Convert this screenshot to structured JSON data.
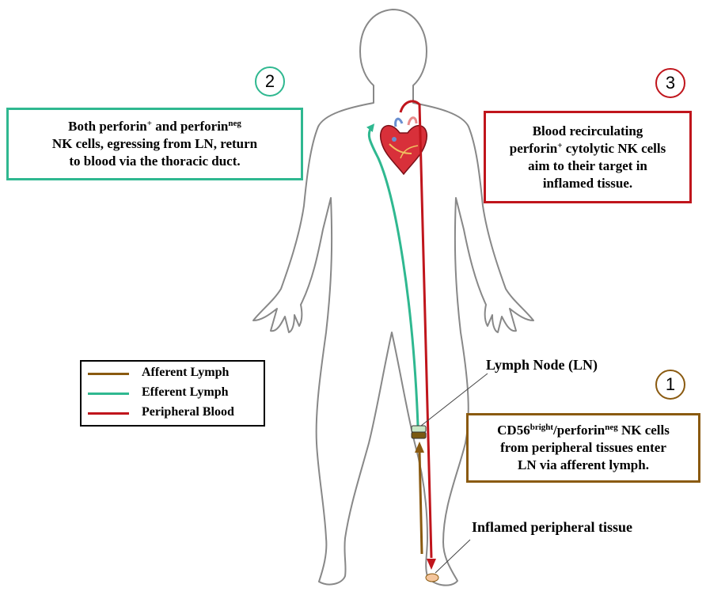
{
  "colors": {
    "afferent": "#8a5a10",
    "efferent": "#2fb890",
    "blood": "#c0151c",
    "node_top": "#c9e7c6",
    "node_bottom": "#7a5a12",
    "tissue": "#f4c59c"
  },
  "steps": [
    {
      "number": "1",
      "lines": [
        {
          "pre": "CD56",
          "sup1": "bright",
          "mid": "/perforin",
          "sup2": "neg",
          "post": " NK cells"
        },
        {
          "text": "from peripheral tissues enter"
        },
        {
          "text": "LN via afferent lymph."
        }
      ]
    },
    {
      "number": "2",
      "lines": [
        {
          "pre": "Both perforin",
          "sup1": "+",
          "mid": " and perforin",
          "sup2": "neg",
          "post": ""
        },
        {
          "text": "NK cells, egressing from LN, return"
        },
        {
          "text": "to blood via the thoracic duct."
        }
      ]
    },
    {
      "number": "3",
      "lines": [
        {
          "text": "Blood recirculating"
        },
        {
          "pre": "perforin",
          "sup1": "+",
          "mid": " cytolytic NK cells",
          "sup2": "",
          "post": ""
        },
        {
          "text": "aim to their target in"
        },
        {
          "text": "inflamed tissue."
        }
      ]
    }
  ],
  "labels": {
    "lymph_node": "Lymph Node (LN)",
    "inflamed_tissue": "Inflamed peripheral tissue"
  },
  "legend": [
    {
      "label": "Afferent Lymph",
      "color_key": "afferent"
    },
    {
      "label": "Efferent Lymph",
      "color_key": "efferent"
    },
    {
      "label": "Peripheral Blood",
      "color_key": "blood"
    }
  ],
  "icons": [
    "human-body-outline",
    "heart-icon",
    "lymph-node-icon",
    "inflamed-tissue-icon"
  ]
}
